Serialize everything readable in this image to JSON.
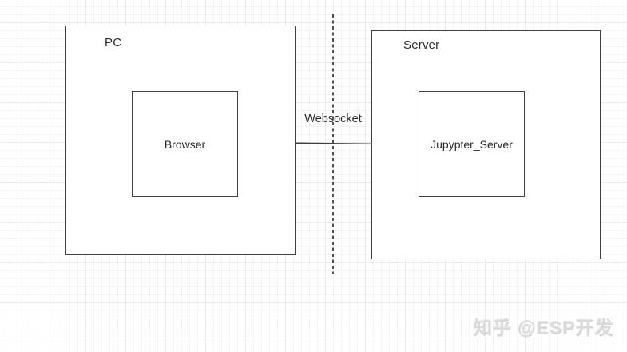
{
  "canvas": {
    "background": "#ffffff",
    "grid_minor_color": "#f4f4f6",
    "grid_major_color": "#eaeaee",
    "stroke_color": "#3f3f3f",
    "text_color": "#2b2b2b",
    "watermark_color": "#d9d9d9"
  },
  "diagram": {
    "pc_group": {
      "label": "PC"
    },
    "browser_node": {
      "label": "Browser"
    },
    "server_group": {
      "label": "Server"
    },
    "jupyter_node": {
      "label": "Jupypter_Server"
    },
    "connection": {
      "label": "Websocket",
      "style": "solid-line"
    },
    "boundary": {
      "style": "dashed-vertical-line"
    }
  },
  "watermark": {
    "text": "知乎 @ESP开发"
  }
}
